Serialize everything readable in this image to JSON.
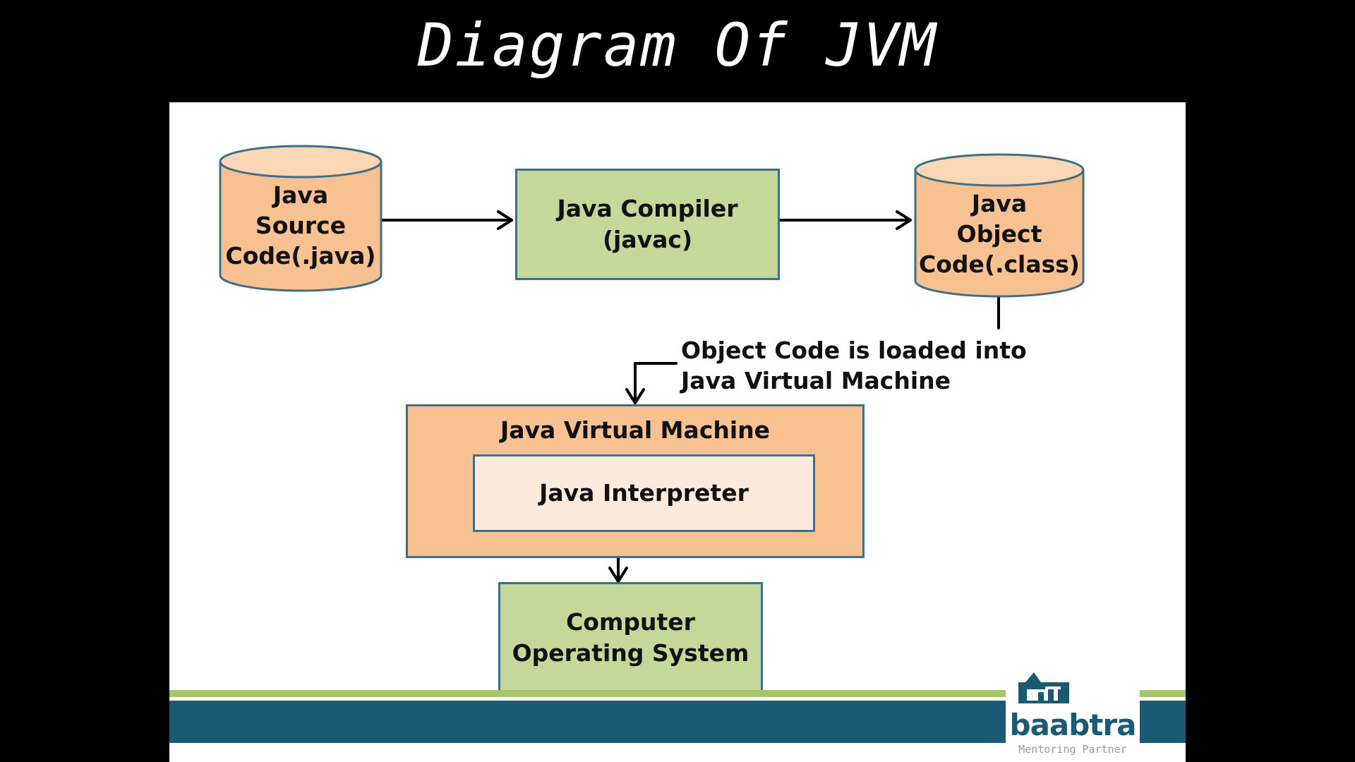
{
  "title": "Diagram Of JVM",
  "nodes": {
    "source": [
      "Java",
      "Source",
      "Code(.java)"
    ],
    "compiler": [
      "Java Compiler",
      "(javac)"
    ],
    "object": [
      "Java",
      "Object",
      "Code(.class)"
    ],
    "jvm": "Java Virtual Machine",
    "interpreter": "Java Interpreter",
    "os": [
      "Computer",
      "Operating System"
    ]
  },
  "note": [
    "Object Code is loaded into",
    "Java Virtual Machine"
  ],
  "logo": {
    "name": "baabtra",
    "tagline": "Mentoring Partner"
  },
  "colors": {
    "green_box": "#c4d89a",
    "orange_box": "#f8c191",
    "cream_box": "#fcebdd",
    "border": "#3d6f86",
    "band_teal": "#1a5a72",
    "band_green": "#a7c66a"
  }
}
